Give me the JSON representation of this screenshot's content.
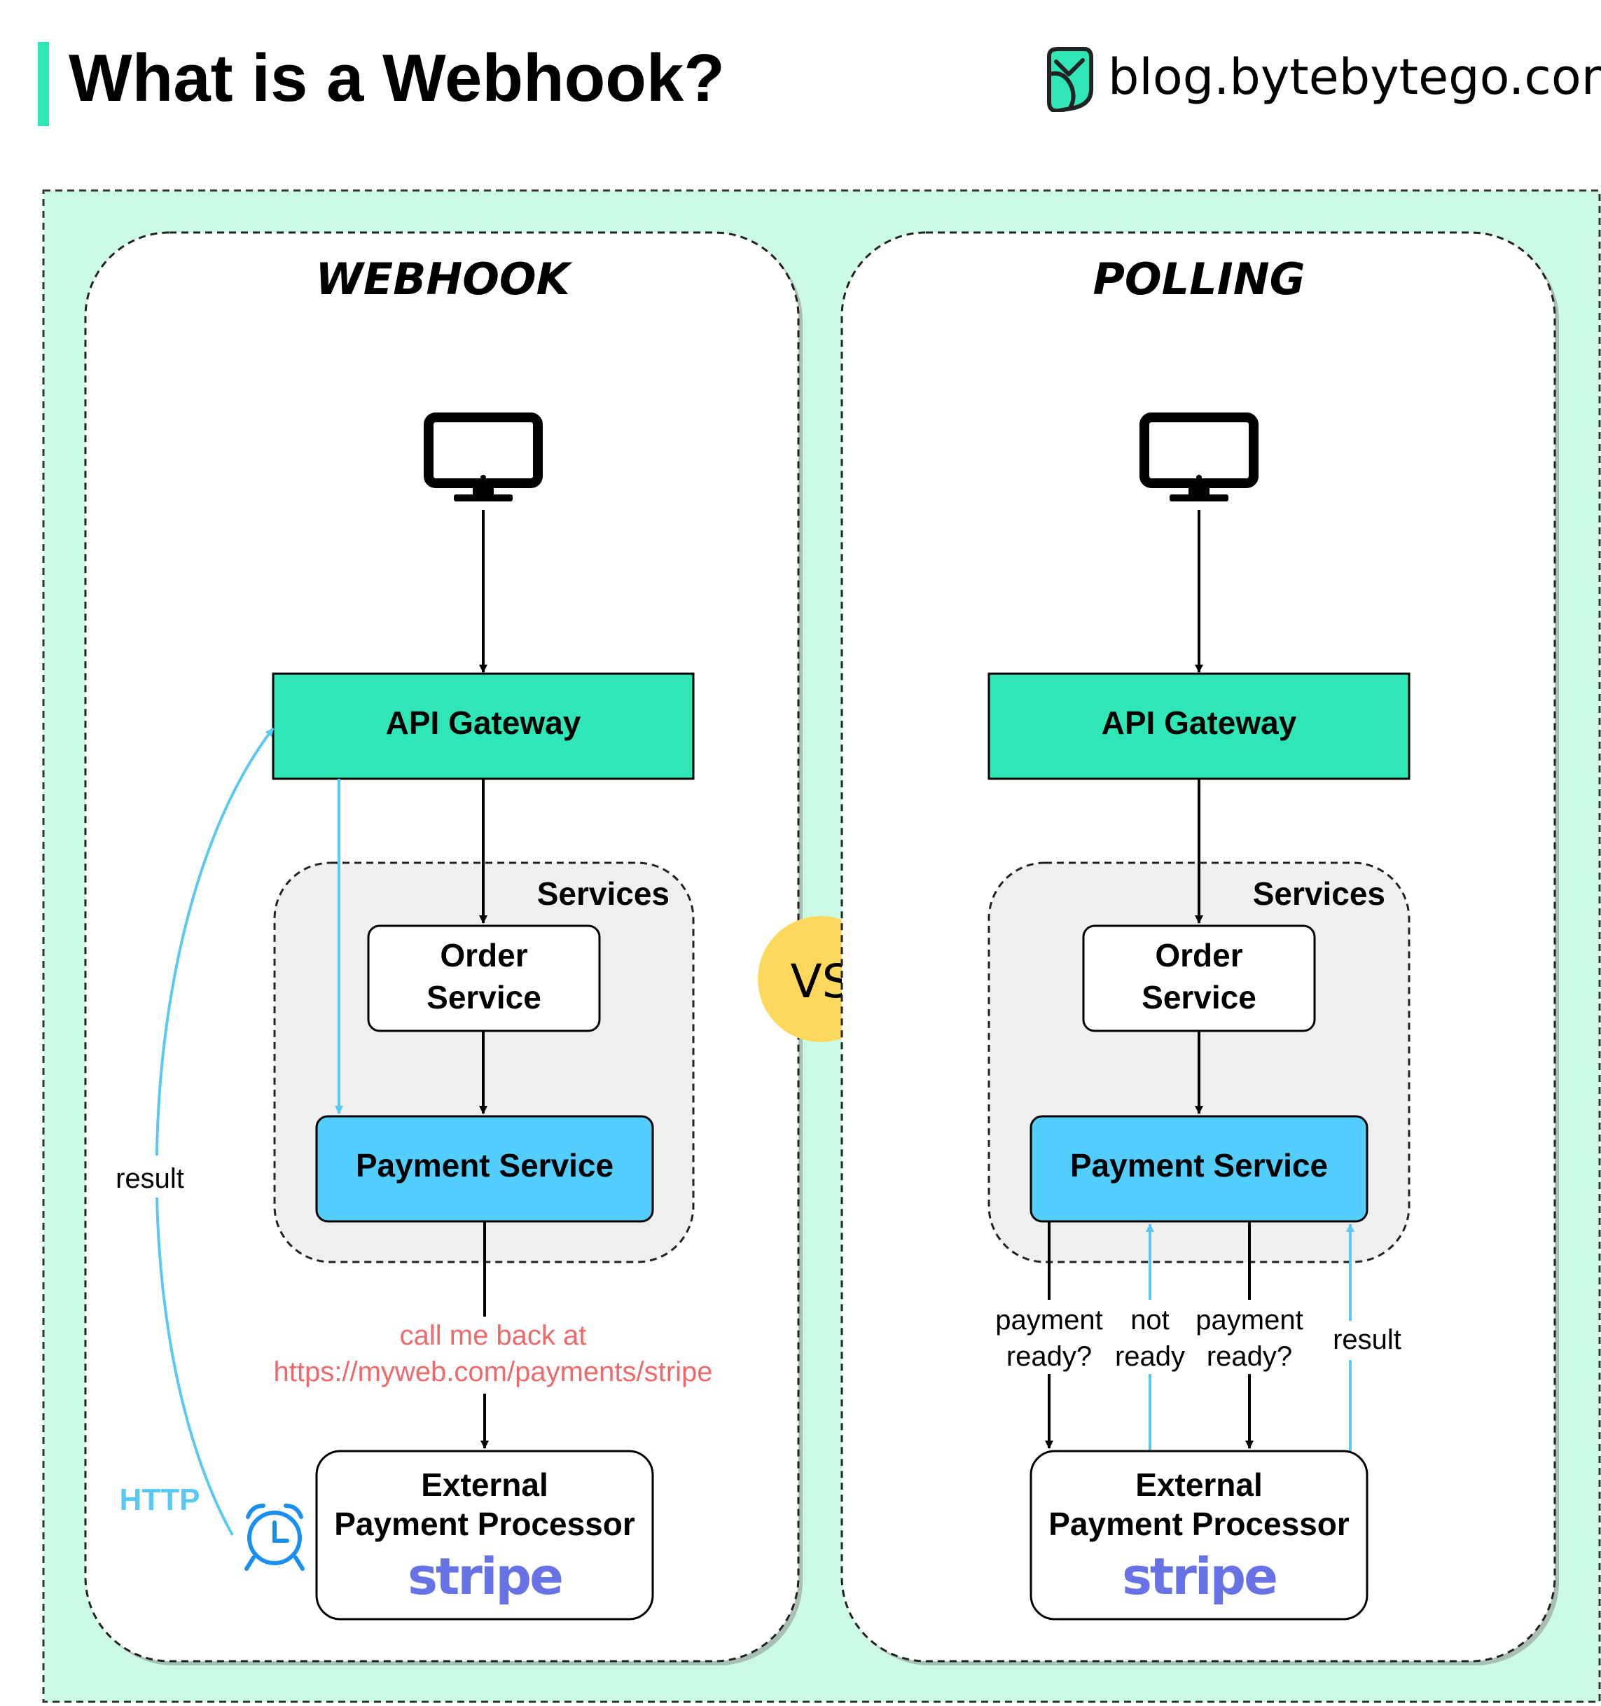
{
  "header": {
    "title": "What is a Webhook?",
    "brand_url": "blog.bytebytego.com"
  },
  "colors": {
    "mint_background": "#ccfbe5",
    "api_gateway": "#2ee6b6",
    "payment_service": "#52cdfc",
    "services_group": "#efefef",
    "blue_arrow": "#5ac8f5",
    "callback_text": "#ee6a6a",
    "vs_badge": "#fcd95d",
    "stripe": "#6772e5",
    "alarm_clock": "#1a8ff0"
  },
  "webhook": {
    "title": "WEBHOOK",
    "client_icon": "monitor-icon",
    "api_gateway": "API Gateway",
    "services_label": "Services",
    "order_service_line1": "Order",
    "order_service_line2": "Service",
    "payment_service": "Payment Service",
    "callback_line1": "call me back at",
    "callback_line2": "https://myweb.com/payments/stripe",
    "processor_line1": "External",
    "processor_line2": "Payment Processor",
    "processor_logo": "stripe",
    "result_label": "result",
    "http_label": "HTTP",
    "http_icon": "alarm-clock-icon"
  },
  "vs": "VS",
  "polling": {
    "title": "POLLING",
    "client_icon": "monitor-icon",
    "api_gateway": "API Gateway",
    "services_label": "Services",
    "order_service_line1": "Order",
    "order_service_line2": "Service",
    "payment_service": "Payment Service",
    "processor_line1": "External",
    "processor_line2": "Payment Processor",
    "processor_logo": "stripe",
    "arrows": [
      {
        "line1": "payment",
        "line2": "ready?"
      },
      {
        "line1": "not",
        "line2": "ready"
      },
      {
        "line1": "payment",
        "line2": "ready?"
      },
      {
        "line1": "result",
        "line2": ""
      }
    ]
  }
}
